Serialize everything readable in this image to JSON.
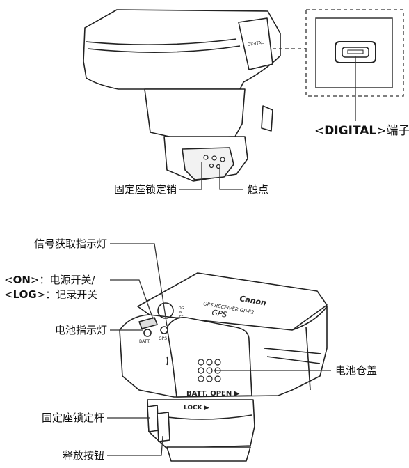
{
  "top_device": {
    "port_text": "DIGITAL",
    "labels": {
      "digital_prefix": "<",
      "digital_name": "DIGITAL",
      "digital_suffix": ">端子",
      "lock_pin": "固定座锁定销",
      "contacts": "触点"
    }
  },
  "bottom_device": {
    "printed_text": {
      "brand": "Canon",
      "model": "GPS RECEIVER GP-E2",
      "gps": "GPS",
      "switch_log": "LOG",
      "switch_on": "ON",
      "switch_off": "OFF",
      "batt_led": "BATT.",
      "gps_led": "GPS",
      "batt_open": "BATT. OPEN ▶",
      "lock": "LOCK ▶"
    },
    "labels": {
      "signal_indicator": "信号获取指示灯",
      "on_prefix": "<",
      "on_name": "ON",
      "on_suffix": ">：电源开关/",
      "log_prefix": "<",
      "log_name": "LOG",
      "log_suffix": ">：记录开关",
      "battery_indicator": "电池指示灯",
      "battery_compartment": "电池仓盖",
      "lock_lever": "固定座锁定杆",
      "release_button": "释放按钮"
    }
  }
}
